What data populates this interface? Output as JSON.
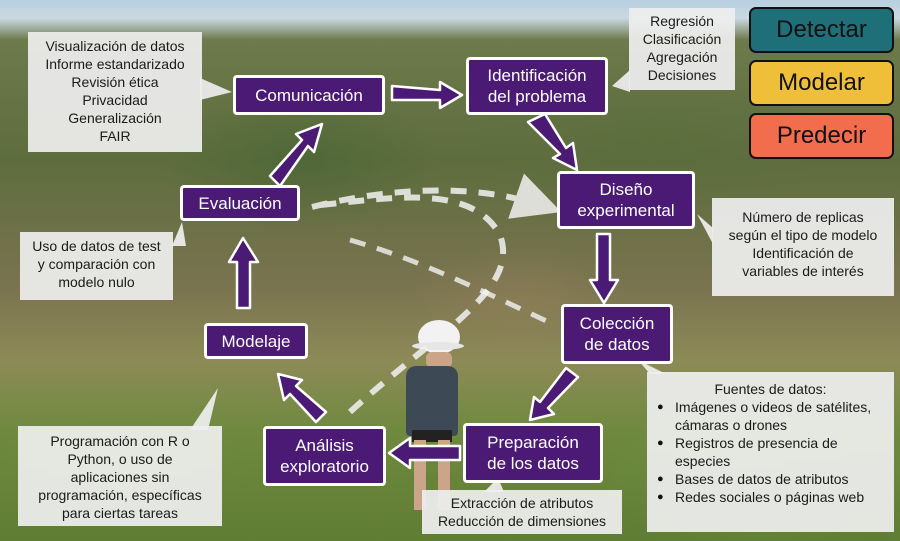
{
  "steps": {
    "comunicacion": "Comunicación",
    "identificacion": "Identificación\ndel problema",
    "diseno": "Diseño\nexperimental",
    "coleccion": "Colección\nde datos",
    "preparacion": "Preparación\nde los datos",
    "analisis": "Análisis\nexploratorio",
    "modelaje": "Modelaje",
    "evaluacion": "Evaluación"
  },
  "notes": {
    "comunicacion": "Visualización de datos\nInforme estandarizado\nRevisión ética\nPrivacidad\nGeneralización\nFAIR",
    "identificacion": "Regresión\nClasificación\nAgregación\nDecisiones",
    "diseno": "Número de replicas\nsegún el tipo de modelo\nIdentificación de\nvariables de interés",
    "coleccion_title": "Fuentes de datos:",
    "coleccion_items": [
      "Imágenes o videos de satélites, cámaras o drones",
      "Registros de presencia de especies",
      "Bases de datos de atributos",
      "Redes sociales o páginas web"
    ],
    "preparacion": "Extracción de atributos\nReducción de dimensiones",
    "analisis": "Programación con R o\nPython, o uso de\naplicaciones sin\nprogramación, específicas\npara ciertas tareas",
    "evaluacion": "Uso de datos de test\ny comparación con\nmodelo nulo"
  },
  "legend": [
    "Detectar",
    "Modelar",
    "Predecir"
  ],
  "colors": {
    "step_fill": "#4b1a75",
    "detectar": "#1f6f78",
    "modelar": "#f0bf3a",
    "predecir": "#f26d4d"
  }
}
